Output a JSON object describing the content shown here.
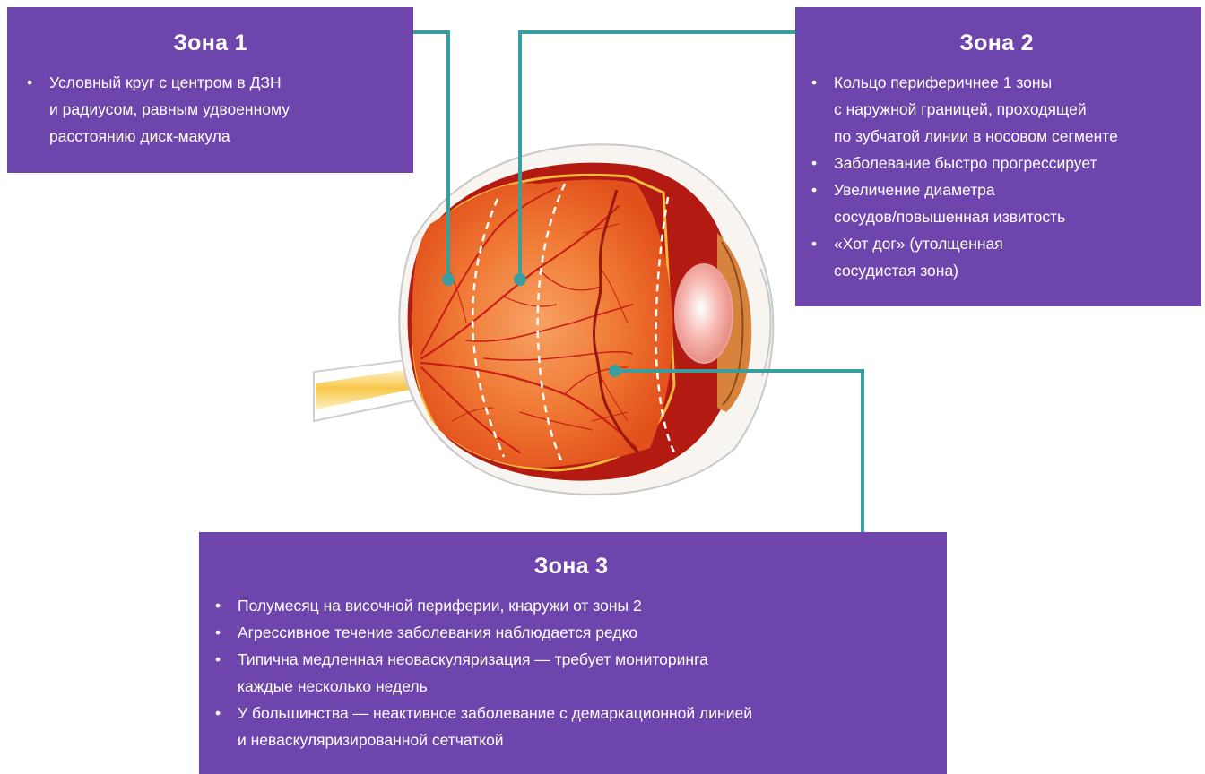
{
  "zones": {
    "zone1": {
      "title": "Зона 1",
      "items": [
        {
          "lines": [
            "Условный круг с центром в ДЗН",
            "и радиусом, равным удвоенному",
            "расстоянию диск-макула"
          ]
        }
      ]
    },
    "zone2": {
      "title": "Зона 2",
      "items": [
        {
          "lines": [
            "Кольцо периферичнее 1 зоны",
            "с наружной границей, проходящей",
            "по зубчатой линии в носовом сегменте"
          ]
        },
        {
          "lines": [
            "Заболевание быстро прогрессирует"
          ]
        },
        {
          "lines": [
            "Увеличение диаметра",
            "сосудов/повышенная извитость"
          ]
        },
        {
          "lines": [
            "«Хот дог» (утолщенная",
            "сосудистая зона)"
          ]
        }
      ]
    },
    "zone3": {
      "title": "Зона 3",
      "items": [
        {
          "lines": [
            "Полумесяц на височной периферии, кнаружи от зоны 2"
          ]
        },
        {
          "lines": [
            "Агрессивное течение заболевания наблюдается редко"
          ]
        },
        {
          "lines": [
            "Типична медленная неоваскуляризация — требует мониторинга",
            "каждые несколько недель"
          ]
        },
        {
          "lines": [
            "У большинства — неактивное заболевание с демаркационной линией",
            "и неваскуляризированной сетчаткой"
          ]
        }
      ]
    }
  },
  "colors": {
    "box_fill": "#6e45ad",
    "connector": "#3a9e9e",
    "retina": "#f06a2a",
    "vessel": "#c81e14",
    "sclera_outline": "#c9c9c9"
  }
}
